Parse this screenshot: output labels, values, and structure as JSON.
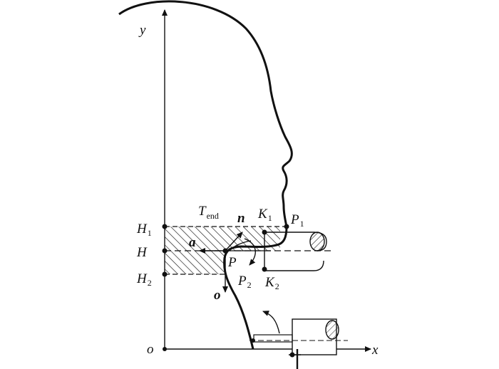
{
  "labels": {
    "y_axis": "y",
    "x_axis": "x",
    "origin": "o",
    "h1": "H",
    "h1_sub": "1",
    "h": "H",
    "h2": "H",
    "h2_sub": "2",
    "tend": "T",
    "tend_sub": "end",
    "n": "n",
    "a": "a",
    "o_vec": "o",
    "k1": "K",
    "k1_sub": "1",
    "k2": "K",
    "k2_sub": "2",
    "p1": "P",
    "p1_sub": "1",
    "p": "P",
    "p2": "P",
    "p2_sub": "2"
  },
  "colors": {
    "ink": "#111111",
    "background": "#ffffff"
  }
}
